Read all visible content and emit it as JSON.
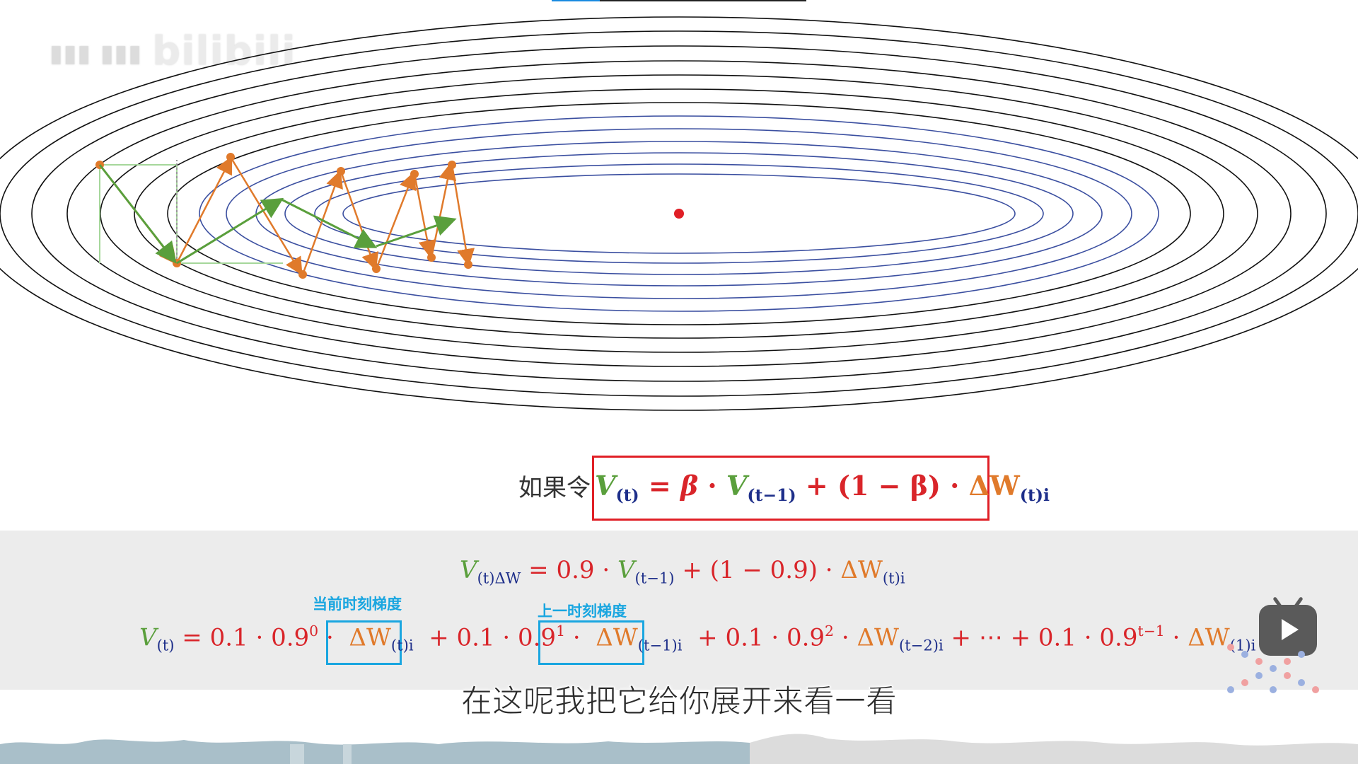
{
  "video": {
    "watermark": "bilibili",
    "subtitle": "在这呢我把它给你展开来看一看",
    "progress_fraction": 0.19
  },
  "diagram": {
    "center_point_color": "#e01f26",
    "outer_contour_color": "#111111",
    "inner_contour_color": "#3b4fa0",
    "momentum_path_color": "#5a9f3c",
    "sgd_path_color": "#e07a2b"
  },
  "equation_main": {
    "prefix": "如果令",
    "V": "V",
    "V_sub": "(t)",
    "equals": " = ",
    "beta": "β",
    "dot1": " · ",
    "V2": "V",
    "V2_sub": "(t−1)",
    "plus": " + ",
    "one_minus_beta": "(1 − β)",
    "dot2": " · ",
    "dW": "ΔW",
    "dW_sub": "(t)",
    "dW_i": "i"
  },
  "equation_second": {
    "V": "V",
    "V_sub": "(t)ΔW",
    "eq": " = 0.9 · ",
    "V2": "V",
    "V2_sub": "(t−1)",
    "mid": " + (1 − 0.9) · ",
    "dW": "ΔW",
    "dW_sub": "(t)",
    "dW_i": "i"
  },
  "equation_expanded": {
    "V": "V",
    "V_sub": "(t)",
    "t1": " = 0.1 · 0.9",
    "e0": "0",
    "dot": " ·",
    "dW1": "ΔW",
    "dW1_sub": "(t)",
    "dW1_i": "i",
    "t2": "+ 0.1 · 0.9",
    "e1": "1",
    "dot2": " ·",
    "dW2": "ΔW",
    "dW2_sub": "(t−1)",
    "dW2_i": "i",
    "t3": "+ 0.1 · 0.9",
    "e2": "2",
    "dot3": " · ",
    "dW3": "ΔW",
    "dW3_sub": "(t−2)",
    "dW3_i": "i",
    "t4": " + ⋯ + 0.1 · 0.9",
    "e3": "t−1",
    "dot4": " · ",
    "dW4": "ΔW",
    "dW4_sub": "(1)",
    "dW4_i": "i"
  },
  "annotations": {
    "current_gradient_label": "当前时刻梯度",
    "previous_gradient_label": "上一时刻梯度"
  }
}
